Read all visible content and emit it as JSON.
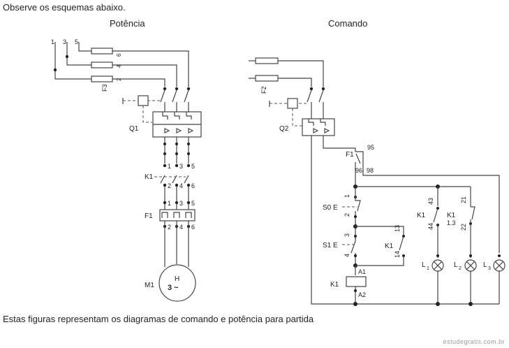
{
  "intro_text": "Observe os esquemas abaixo.",
  "power": {
    "title": "Potência",
    "phases": [
      "1",
      "3",
      "5"
    ],
    "fuse_terminals": [
      "6",
      "4",
      "2"
    ],
    "fuse_label": "F3",
    "breaker_label": "Q1",
    "contactor_label": "K1",
    "contactor_top": [
      "1",
      "3",
      "5"
    ],
    "contactor_bottom": [
      "2",
      "4",
      "6"
    ],
    "relay_label": "F1",
    "relay_top": [
      "1",
      "3",
      "5"
    ],
    "relay_bottom": [
      "2",
      "4",
      "6"
    ],
    "motor_label": "M1",
    "motor_symbol": "H",
    "motor_phases": "3 ~"
  },
  "command": {
    "title": "Comando",
    "fuse_label": "F2",
    "breaker_label": "Q2",
    "relay_label": "F1",
    "relay_terminals": [
      "95",
      "96",
      "98"
    ],
    "s0_label": "S0 E",
    "s0_terminals": [
      "1",
      "2"
    ],
    "s1_label": "S1 E",
    "s1_terminals": [
      "3",
      "4"
    ],
    "k1_hold_label": "K1",
    "k1_hold_terminals": [
      "13",
      "14"
    ],
    "k1_no_label": "K1",
    "k1_no_terminals": [
      "43",
      "44"
    ],
    "k1_nc_label": "K1",
    "k1_nc_sub": "1.3",
    "k1_nc_terminals": [
      "21",
      "22"
    ],
    "coil_label": "K1",
    "coil_terminals": [
      "A1",
      "A2"
    ],
    "lamps": [
      {
        "main": "L",
        "sub": "1"
      },
      {
        "main": "L",
        "sub": "2"
      },
      {
        "main": "L",
        "sub": "3"
      }
    ]
  },
  "caption": "Estas figuras representam os diagramas de comando e potência para partida",
  "watermark": "estudegratis.com.br"
}
